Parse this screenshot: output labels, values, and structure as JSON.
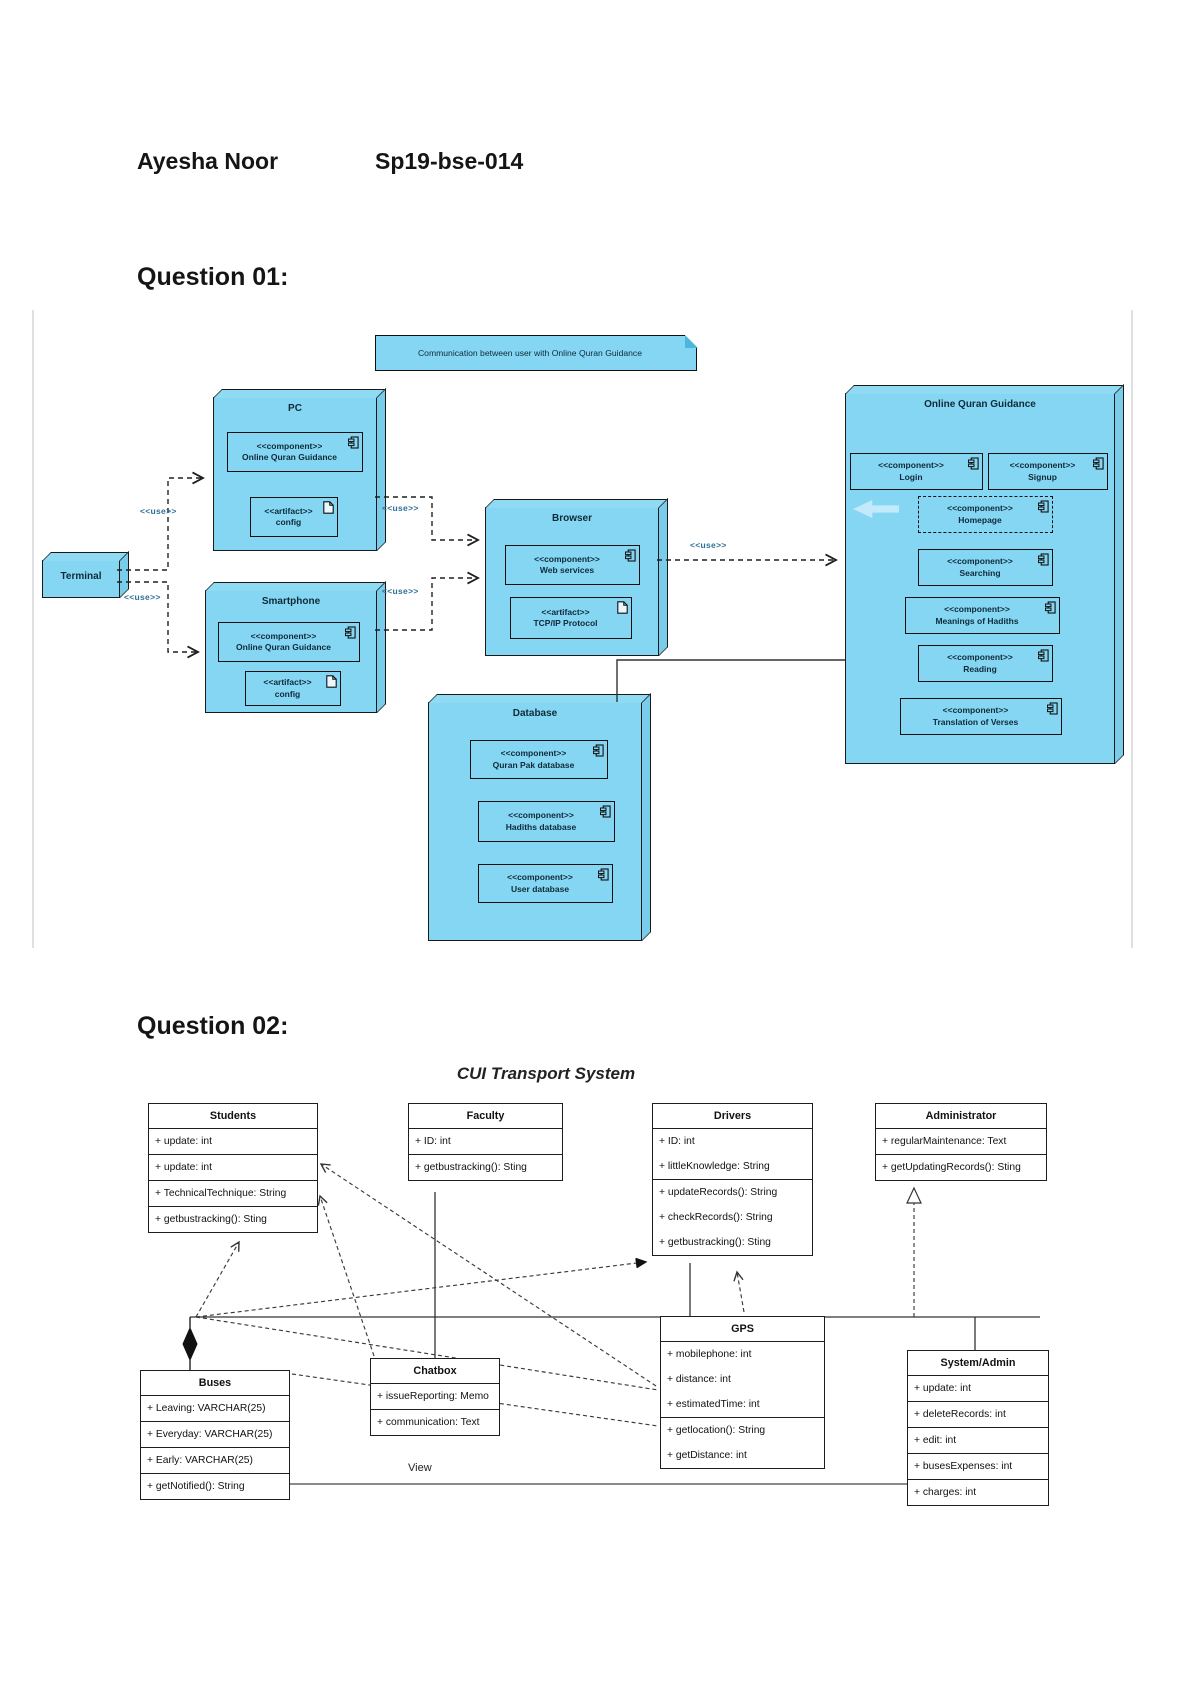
{
  "colors": {
    "node_fill": "#85d6f2",
    "node_border": "#1a1a1a",
    "q1_text": "#0e2a3a",
    "use_label_color": "#2e6f96"
  },
  "header": {
    "student_name": "Ayesha Noor",
    "student_id": "Sp19-bse-014",
    "question1": "Question 01:",
    "question2": "Question 02:"
  },
  "q1": {
    "note": "Communication between user with Online Quran Guidance",
    "use_label": "<<use>>",
    "component_stereotype": "<<component>>",
    "artifact_stereotype": "<<artifact>>",
    "nodes": {
      "terminal": "Terminal",
      "pc": "PC",
      "smartphone": "Smartphone",
      "browser": "Browser",
      "database": "Database",
      "online_quran_guidance": "Online Quran Guidance"
    },
    "parts": {
      "pc_component": "Online Quran Guidance",
      "pc_artifact": "config",
      "smartphone_component": "Online Quran Guidance",
      "smartphone_artifact": "config",
      "browser_component": "Web services",
      "browser_artifact": "TCP/IP Protocol",
      "database_component_1": "Quran Pak database",
      "database_component_2": "Hadiths database",
      "database_component_3": "User database",
      "oqg_login": "Login",
      "oqg_signup": "Signup",
      "oqg_homepage": "Homepage",
      "oqg_searching": "Searching",
      "oqg_meanings": "Meanings of Hadiths",
      "oqg_reading": "Reading",
      "oqg_translation": "Translation of Verses"
    }
  },
  "q2": {
    "title": "CUI Transport System",
    "view_label": "View",
    "classes": {
      "students": {
        "name": "Students",
        "attrs": [
          "+ update: int",
          "+ update: int",
          "+ TechnicalTechnique: String"
        ],
        "methods": [
          "+ getbustracking(): Sting"
        ]
      },
      "faculty": {
        "name": "Faculty",
        "attrs": [
          "+ ID: int"
        ],
        "methods": [
          "+ getbustracking(): Sting"
        ]
      },
      "drivers": {
        "name": "Drivers",
        "attrs": [
          "+ ID: int",
          "+ littleKnowledge: String"
        ],
        "methods": [
          "+ updateRecords(): String",
          "+ checkRecords(): String",
          "+ getbustracking(): Sting"
        ]
      },
      "administrator": {
        "name": "Administrator",
        "attrs": [
          "+ regularMaintenance: Text"
        ],
        "methods": [
          "+ getUpdatingRecords(): Sting"
        ]
      },
      "gps": {
        "name": "GPS",
        "attrs": [
          "+ mobilephone: int",
          "+ distance: int",
          "+ estimatedTime: int"
        ],
        "methods": [
          "+ getlocation(): String",
          "+ getDistance: int"
        ]
      },
      "chatbox": {
        "name": "Chatbox",
        "attrs": [
          "+ issueReporting: Memo",
          "+ communication: Text"
        ],
        "methods": []
      },
      "buses": {
        "name": "Buses",
        "attrs": [
          "+ Leaving: VARCHAR(25)",
          "+ Everyday: VARCHAR(25)",
          "+ Early: VARCHAR(25)"
        ],
        "methods": [
          "+ getNotified(): String"
        ]
      },
      "system_admin": {
        "name": "System/Admin",
        "attrs": [
          "+ update: int",
          "+ deleteRecords: int",
          "+ edit: int",
          "+ busesExpenses: int",
          "+ charges: int"
        ],
        "methods": []
      }
    }
  }
}
